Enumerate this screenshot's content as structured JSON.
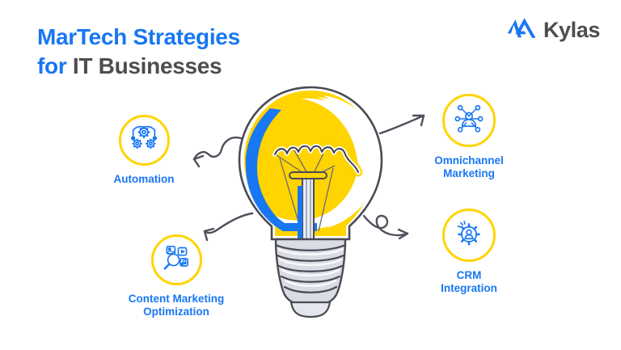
{
  "brand": {
    "name": "Kylas",
    "logo_icon": "kylas-mountain-logo-icon",
    "logo_color": "#1877f2",
    "text_color": "#4d4d4f"
  },
  "headline": {
    "line1_accent": "MarTech Strategies",
    "line2_accent": "for",
    "line2_rest": "IT Businesses",
    "accent_color": "#1877f2",
    "neutral_color": "#4d4d4f"
  },
  "center_graphic": {
    "name": "lightbulb-illustration",
    "bulb_color": "#ffd400",
    "accent_color": "#1877f2",
    "outline_color": "#4a4a55",
    "base_color": "#c9ccd4"
  },
  "ring_color": "#ffd400",
  "arrow_color": "#4f505c",
  "arrows": [
    {
      "name": "arrow-to-automation",
      "direction": "left"
    },
    {
      "name": "arrow-to-omnichannel",
      "direction": "right"
    },
    {
      "name": "arrow-to-content-marketing",
      "direction": "down-left"
    },
    {
      "name": "arrow-to-crm",
      "direction": "right"
    }
  ],
  "nodes": [
    {
      "id": "automation",
      "label": "Automation",
      "icon": "connected-gears-icon"
    },
    {
      "id": "omnichannel",
      "label": "Omnichannel\nMarketing",
      "icon": "person-network-nodes-icon"
    },
    {
      "id": "crm",
      "label": "CRM\nIntegration",
      "icon": "gear-with-person-icon"
    },
    {
      "id": "content",
      "label": "Content Marketing\nOptimization",
      "icon": "magnifier-media-cards-icon"
    }
  ]
}
